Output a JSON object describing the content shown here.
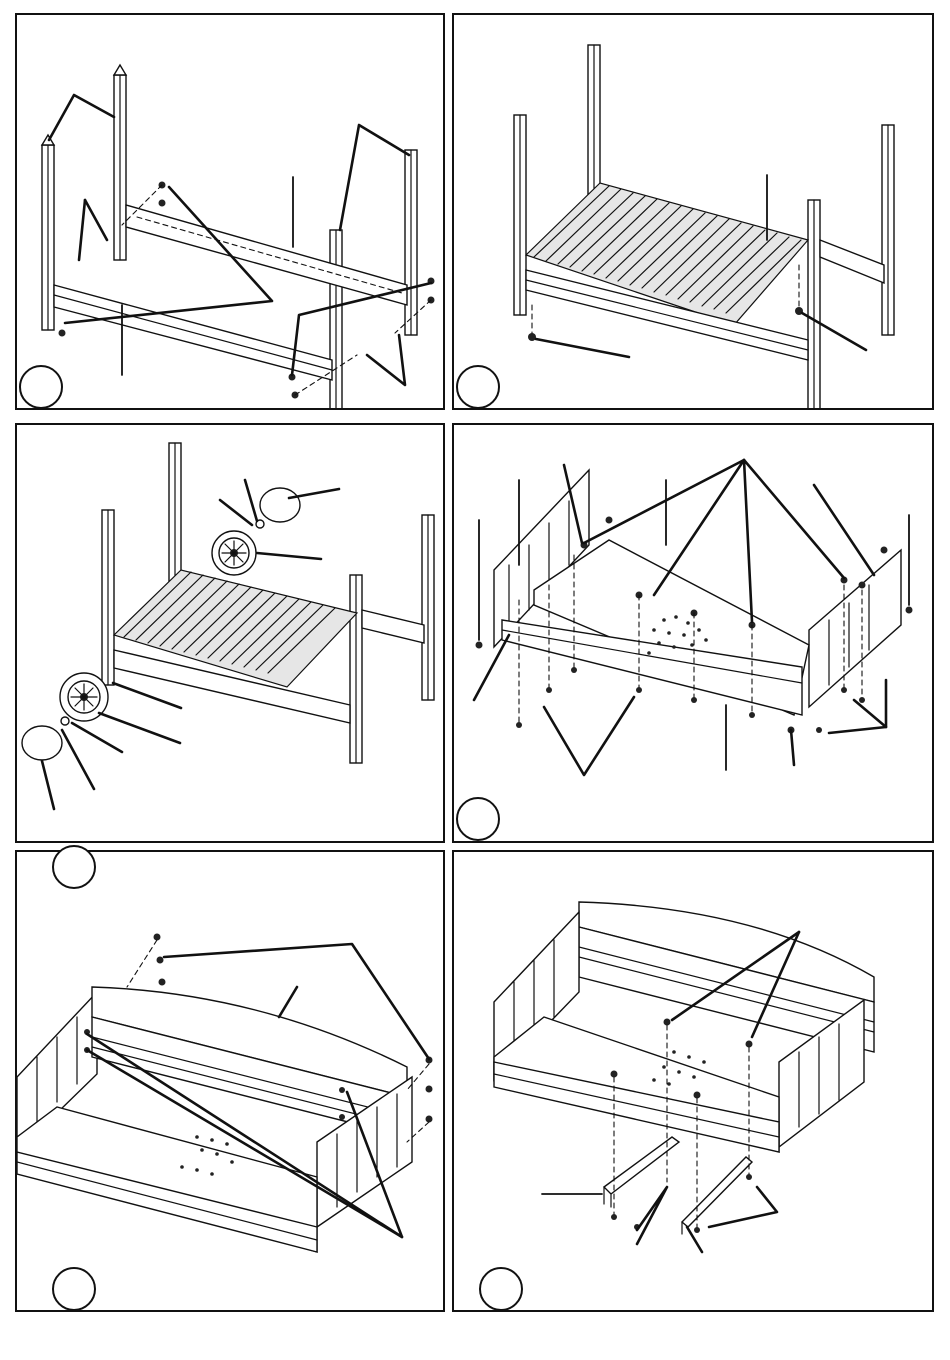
{
  "document": {
    "type": "assembly-instructions-page",
    "panel_count": 6,
    "panels": [
      {
        "id": "panel-1",
        "step_label": "",
        "depicts": [
          "cart-frame-legs",
          "frame-rails",
          "bolts"
        ]
      },
      {
        "id": "panel-2",
        "step_label": "",
        "depicts": [
          "cart-frame-legs",
          "slatted-shelf",
          "screws"
        ]
      },
      {
        "id": "panel-3",
        "step_label": "",
        "depicts": [
          "cart-frame-legs",
          "slatted-shelf",
          "wheel",
          "axle-washer",
          "hubcap"
        ]
      },
      {
        "id": "panel-4",
        "step_label": "",
        "depicts": [
          "firebox-base",
          "side-brackets",
          "bolts",
          "nuts"
        ]
      },
      {
        "id": "panel-5",
        "step_label": "",
        "depicts": [
          "firebox-body",
          "back-panel",
          "bolts"
        ]
      },
      {
        "id": "panel-6",
        "step_label": "",
        "depicts": [
          "firebox-body",
          "support-brackets",
          "bolts",
          "nuts"
        ]
      }
    ]
  },
  "colors": {
    "line": "#111111",
    "background": "#ffffff"
  }
}
